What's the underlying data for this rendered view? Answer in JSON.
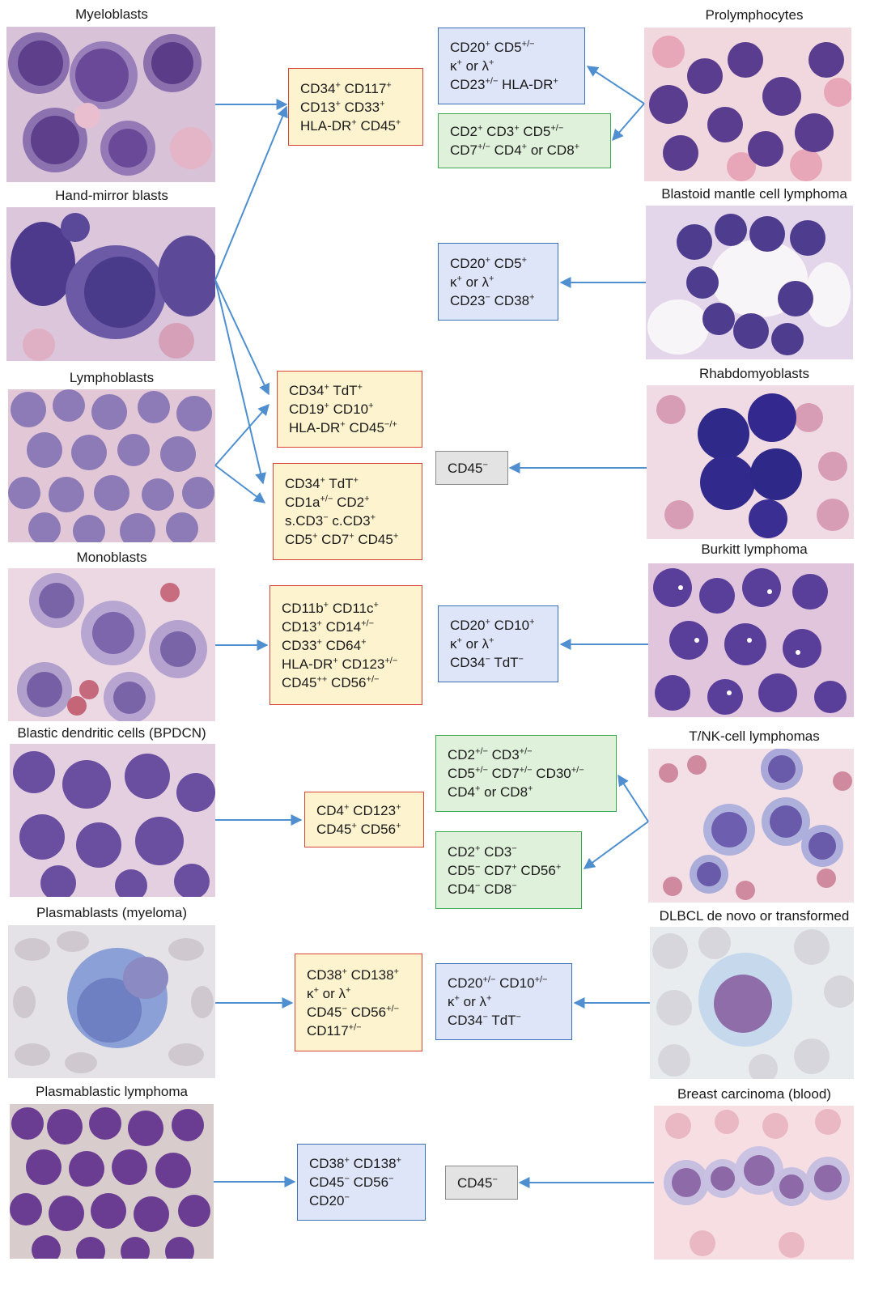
{
  "colors": {
    "arrow": "#4f8fd0",
    "blast_bg": "#e9c9d7",
    "blast_cell": "#5e3f8c",
    "nucleus_dark": "#3e2a74"
  },
  "left_labels": [
    "Myeloblasts",
    "Hand-mirror blasts",
    "Lymphoblasts",
    "Monoblasts",
    "Blastic dendritic cells (BPDCN)",
    "Plasmablasts (myeloma)",
    "Plasmablastic lymphoma"
  ],
  "right_labels": [
    "Prolymphocytes",
    "Blastoid mantle cell lymphoma",
    "Rhabdomyoblasts",
    "Burkitt lymphoma",
    "T/NK-cell lymphomas",
    "DLBCL de novo or transformed",
    "Breast carcinoma (blood)"
  ],
  "boxes": {
    "myeloblast": [
      "CD34<sup>+</sup> CD117<sup>+</sup>",
      "CD13<sup>+</sup> CD33<sup>+</sup>",
      "HLA-DR<sup>+</sup> CD45<sup>+</sup>"
    ],
    "prolymph_b": [
      "CD20<sup>+</sup> CD5<sup>+/−</sup>",
      "κ<sup>+</sup> or λ<sup>+</sup>",
      "CD23<sup>+/−</sup> HLA-DR<sup>+</sup>"
    ],
    "prolymph_t": [
      "CD2<sup>+</sup> CD3<sup>+</sup> CD5<sup>+/−</sup>",
      "CD7<sup>+/−</sup> CD4<sup>+</sup> or CD8<sup>+</sup>"
    ],
    "mantle": [
      "CD20<sup>+</sup> CD5<sup>+</sup>",
      "κ<sup>+</sup> or λ<sup>+</sup>",
      "CD23<sup>−</sup> CD38<sup>+</sup>"
    ],
    "b_lymphoblast": [
      "CD34<sup>+</sup> TdT<sup>+</sup>",
      "CD19<sup>+</sup> CD10<sup>+</sup>",
      "HLA-DR<sup>+</sup> CD45<sup>−/+</sup>"
    ],
    "t_lymphoblast": [
      "CD34<sup>+</sup> TdT<sup>+</sup>",
      "CD1a<sup>+/−</sup> CD2<sup>+</sup>",
      "s.CD3<sup>−</sup> c.CD3<sup>+</sup>",
      "CD5<sup>+</sup> CD7<sup>+</sup> CD45<sup>+</sup>"
    ],
    "rhabdo": [
      "CD45<sup>−</sup>"
    ],
    "monoblast": [
      "CD11b<sup>+</sup> CD11c<sup>+</sup>",
      "CD13<sup>+</sup> CD14<sup>+/−</sup>",
      "CD33<sup>+</sup> CD64<sup>+</sup>",
      "HLA-DR<sup>+</sup> CD123<sup>+/−</sup>",
      "CD45<sup>++</sup> CD56<sup>+/−</sup>"
    ],
    "burkitt": [
      "CD20<sup>+</sup> CD10<sup>+</sup>",
      "κ<sup>+</sup> or λ<sup>+</sup>",
      "CD34<sup>−</sup> TdT<sup>−</sup>"
    ],
    "tnk_t": [
      "CD2<sup>+/−</sup> CD3<sup>+/−</sup>",
      "CD5<sup>+/−</sup> CD7<sup>+/−</sup> CD30<sup>+/−</sup>",
      "CD4<sup>+</sup> or CD8<sup>+</sup>"
    ],
    "bpdcn": [
      "CD4<sup>+</sup> CD123<sup>+</sup>",
      "CD45<sup>+</sup> CD56<sup>+</sup>"
    ],
    "tnk_nk": [
      "CD2<sup>+</sup> CD3<sup>−</sup>",
      "CD5<sup>−</sup> CD7<sup>+</sup> CD56<sup>+</sup>",
      "CD4<sup>−</sup> CD8<sup>−</sup>"
    ],
    "plasmablast": [
      "CD38<sup>+</sup> CD138<sup>+</sup>",
      "κ<sup>+</sup> or λ<sup>+</sup>",
      "CD45<sup>−</sup> CD56<sup>+/−</sup>",
      "CD117<sup>+/−</sup>"
    ],
    "dlbcl": [
      "CD20<sup>+/−</sup> CD10<sup>+/−</sup>",
      "κ<sup>+</sup> or λ<sup>+</sup>",
      "CD34<sup>−</sup> TdT<sup>−</sup>"
    ],
    "pbl": [
      "CD38<sup>+</sup> CD138<sup>+</sup>",
      "CD45<sup>−</sup> CD56<sup>−</sup>",
      "CD20<sup>−</sup>"
    ],
    "breast": [
      "CD45<sup>−</sup>"
    ]
  }
}
